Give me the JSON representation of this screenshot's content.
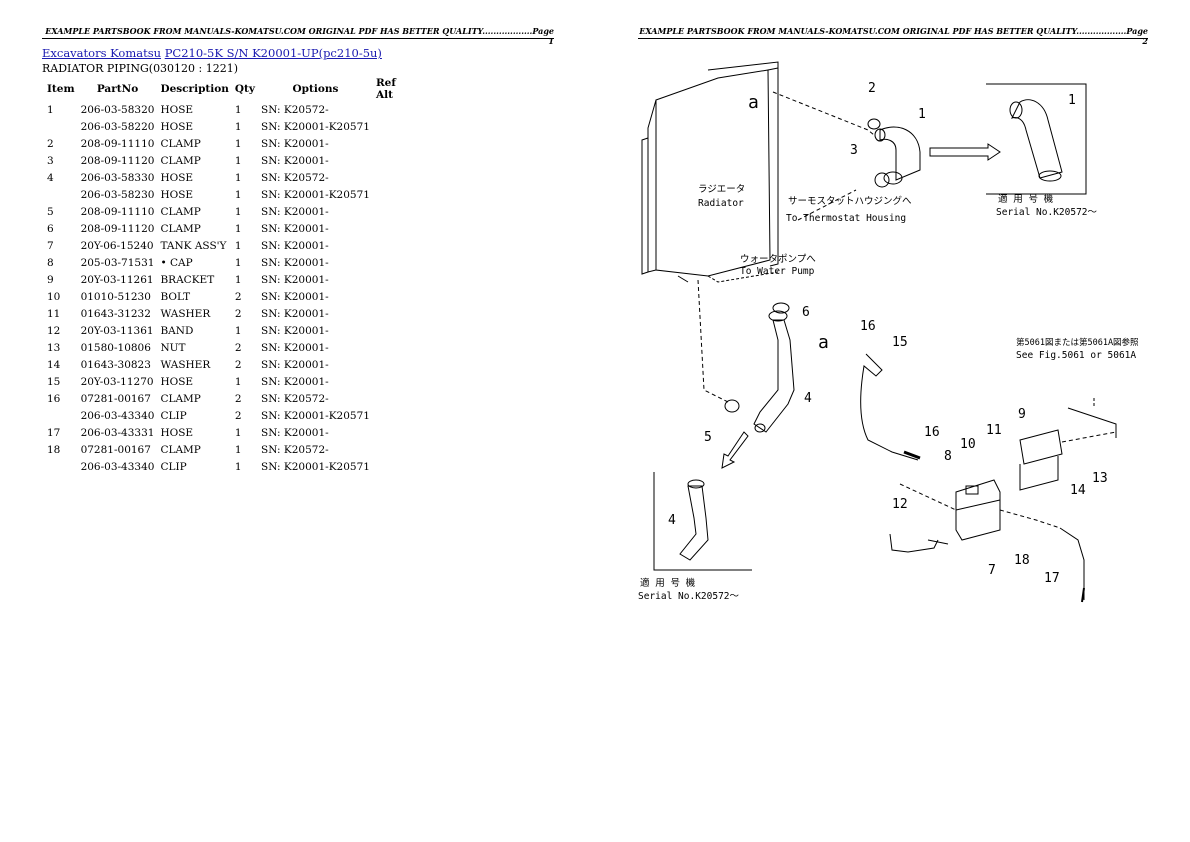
{
  "header": {
    "page1": "EXAMPLE PARTSBOOK FROM MANUALS-KOMATSU.COM ORIGINAL PDF HAS BETTER QUALITY..................Page 1",
    "page2": "EXAMPLE PARTSBOOK FROM MANUALS-KOMATSU.COM ORIGINAL PDF HAS BETTER QUALITY..................Page 2"
  },
  "breadcrumb": {
    "link1": "Excavators Komatsu",
    "link2": "PC210-5K S/N K20001-UP(pc210-5u)"
  },
  "section_title": "RADIATOR PIPING(030120 : 1221)",
  "table": {
    "columns": [
      "Item",
      "PartNo",
      "Description",
      "Qty",
      "Options",
      "Ref Alt"
    ],
    "rows": [
      {
        "item": "1",
        "partno": "206-03-58320",
        "desc": "HOSE",
        "qty": "1",
        "opt": "SN: K20572-"
      },
      {
        "item": "",
        "partno": "206-03-58220",
        "desc": "HOSE",
        "qty": "1",
        "opt": "SN: K20001-K20571"
      },
      {
        "item": "2",
        "partno": "208-09-11110",
        "desc": "CLAMP",
        "qty": "1",
        "opt": "SN: K20001-"
      },
      {
        "item": "3",
        "partno": "208-09-11120",
        "desc": "CLAMP",
        "qty": "1",
        "opt": "SN: K20001-"
      },
      {
        "item": "4",
        "partno": "206-03-58330",
        "desc": "HOSE",
        "qty": "1",
        "opt": "SN: K20572-"
      },
      {
        "item": "",
        "partno": "206-03-58230",
        "desc": "HOSE",
        "qty": "1",
        "opt": "SN: K20001-K20571"
      },
      {
        "item": "5",
        "partno": "208-09-11110",
        "desc": "CLAMP",
        "qty": "1",
        "opt": "SN: K20001-"
      },
      {
        "item": "6",
        "partno": "208-09-11120",
        "desc": "CLAMP",
        "qty": "1",
        "opt": "SN: K20001-"
      },
      {
        "item": "7",
        "partno": "20Y-06-15240",
        "desc": "TANK ASS'Y",
        "qty": "1",
        "opt": "SN: K20001-"
      },
      {
        "item": "8",
        "partno": "205-03-71531",
        "desc": "• CAP",
        "qty": "1",
        "opt": "SN: K20001-"
      },
      {
        "item": "9",
        "partno": "20Y-03-11261",
        "desc": "BRACKET",
        "qty": "1",
        "opt": "SN: K20001-"
      },
      {
        "item": "10",
        "partno": "01010-51230",
        "desc": "BOLT",
        "qty": "2",
        "opt": "SN: K20001-"
      },
      {
        "item": "11",
        "partno": "01643-31232",
        "desc": "WASHER",
        "qty": "2",
        "opt": "SN: K20001-"
      },
      {
        "item": "12",
        "partno": "20Y-03-11361",
        "desc": "BAND",
        "qty": "1",
        "opt": "SN: K20001-"
      },
      {
        "item": "13",
        "partno": "01580-10806",
        "desc": "NUT",
        "qty": "2",
        "opt": "SN: K20001-"
      },
      {
        "item": "14",
        "partno": "01643-30823",
        "desc": "WASHER",
        "qty": "2",
        "opt": "SN: K20001-"
      },
      {
        "item": "15",
        "partno": "20Y-03-11270",
        "desc": "HOSE",
        "qty": "1",
        "opt": "SN: K20001-"
      },
      {
        "item": "16",
        "partno": "07281-00167",
        "desc": "CLAMP",
        "qty": "2",
        "opt": "SN: K20572-"
      },
      {
        "item": "",
        "partno": "206-03-43340",
        "desc": "CLIP",
        "qty": "2",
        "opt": "SN: K20001-K20571"
      },
      {
        "item": "17",
        "partno": "206-03-43331",
        "desc": "HOSE",
        "qty": "1",
        "opt": "SN: K20001-"
      },
      {
        "item": "18",
        "partno": "07281-00167",
        "desc": "CLAMP",
        "qty": "1",
        "opt": "SN: K20572-"
      },
      {
        "item": "",
        "partno": "206-03-43340",
        "desc": "CLIP",
        "qty": "1",
        "opt": "SN: K20001-K20571"
      }
    ]
  },
  "diagram": {
    "callouts": [
      "1",
      "2",
      "3",
      "4",
      "5",
      "6",
      "7",
      "8",
      "9",
      "10",
      "11",
      "12",
      "13",
      "14",
      "15",
      "16",
      "16",
      "17",
      "18",
      "1",
      "4"
    ],
    "ref_a": "a",
    "radiator_jp": "ラジエータ",
    "radiator_en": "Radiator",
    "thermostat_jp": "サーモスタットハウジングへ",
    "thermostat_en": "To Thermostat Housing",
    "pump_jp": "ウォータポンプへ",
    "pump_en": "To Water Pump",
    "serial_jp": "適 用 号 機",
    "serial_en": "Serial No.K20572～",
    "fig_jp": "第5061図または第5061A図参照",
    "fig_en": "See Fig.5061 or 5061A"
  }
}
